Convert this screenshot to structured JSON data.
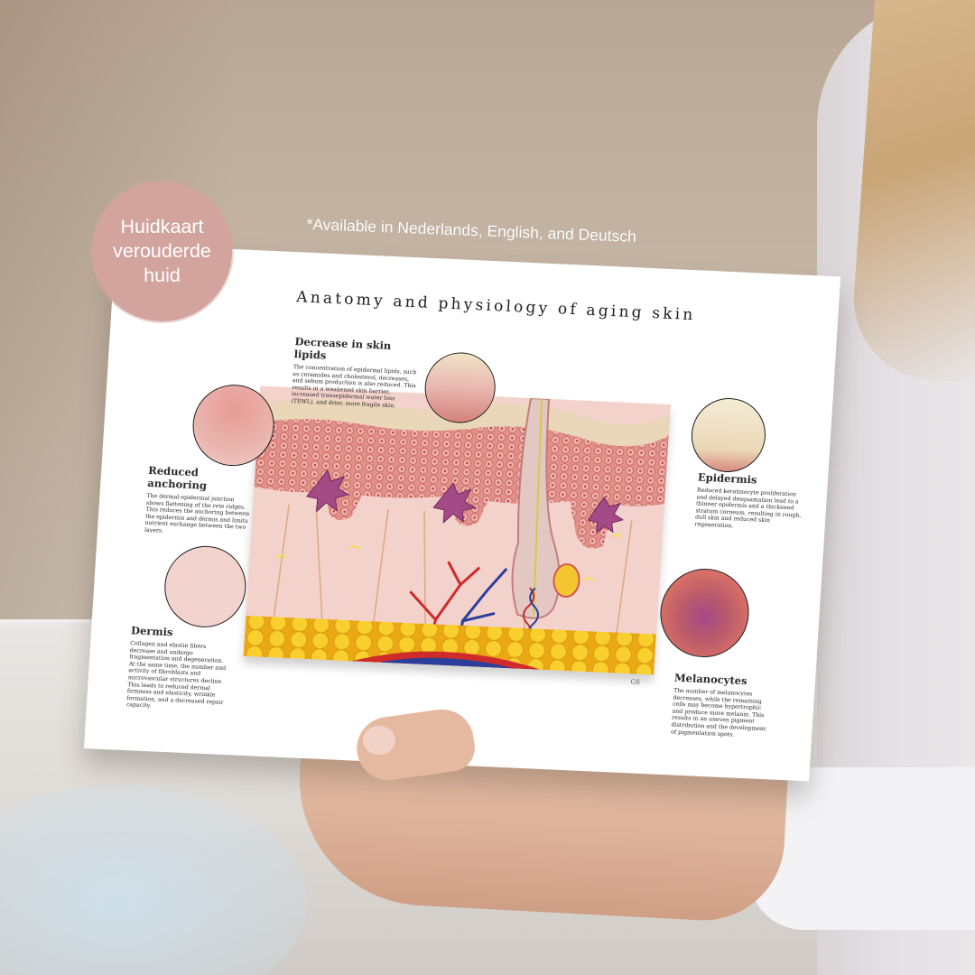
{
  "badge": {
    "lines": [
      "Huidkaart",
      "verouderde",
      "huid"
    ],
    "color": "#d3a39d"
  },
  "availability": "*Available in Nederlands, English, and Deutsch",
  "poster": {
    "title": "Anatomy and physiology of aging skin",
    "sections": {
      "lipids": {
        "heading": "Decrease in skin lipids",
        "body": "The concentration of epidermal lipids, such as ceramides and cholesterol, decreases, and sebum production is also reduced. This results in a weakened skin barrier, increased transepidermal water loss (TEWL), and drier, more fragile skin."
      },
      "anchoring": {
        "heading": "Reduced anchoring",
        "body": "The dermal-epidermal junction shows flattening of the rete ridges. This reduces the anchoring between the epidermis and dermis and limits nutrient exchange between the two layers."
      },
      "dermis": {
        "heading": "Dermis",
        "body": "Collagen and elastin fibers decrease and undergo fragmentation and degeneration. At the same time, the number and activity of fibroblasts and microvascular structures decline. This leads to reduced dermal firmness and elasticity, wrinkle formation, and a decreased repair capacity."
      },
      "epidermis": {
        "heading": "Epidermis",
        "body": "Reduced keratinocyte proliferation and delayed desquamation lead to a thinner epidermis and a thickened stratum corneum, resulting in rough, dull skin and reduced skin regeneration."
      },
      "melanocytes": {
        "heading": "Melanocytes",
        "body": "The number of melanocytes decreases, while the remaining cells may become hypertrophic and produce more melanin. This results in an uneven pigment distribution and the development of pigmentation spots."
      }
    },
    "signature": "GS"
  },
  "colors": {
    "wall": "#c3b2a1",
    "table": "#e4e1de",
    "skin_pink": "#f4d2cc",
    "epidermis": "#d9766f",
    "fat": "#f4c21c",
    "artery": "#cf2b2b",
    "vein": "#2b3e9c"
  }
}
